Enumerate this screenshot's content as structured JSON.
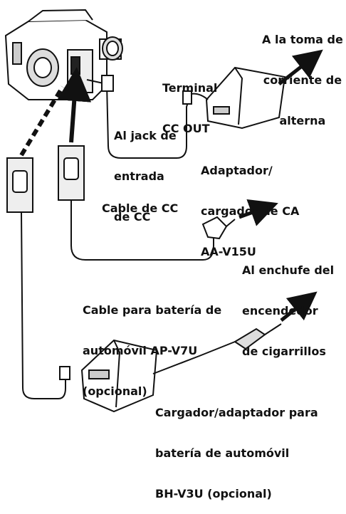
{
  "labels": {
    "ac_outlet": [
      "A la toma de",
      "corriente de",
      "alterna"
    ],
    "cc_out": [
      "Terminal",
      "CC OUT"
    ],
    "dc_jack": [
      "Al jack de",
      "entrada",
      "de CC"
    ],
    "adapter": [
      "Adaptador/",
      "cargador de CA",
      "AA-V15U"
    ],
    "dc_cable": [
      "Cable de CC"
    ],
    "cig_lighter": [
      "Al enchufe del",
      "encendedor",
      "de cigarrillos"
    ],
    "car_cable": [
      "Cable para batería de",
      "automóvil AP-V7U",
      "(opcional)"
    ],
    "car_charger": [
      "Cargador/adaptador para",
      "batería de automóvil",
      "BH-V3U (opcional)"
    ]
  }
}
